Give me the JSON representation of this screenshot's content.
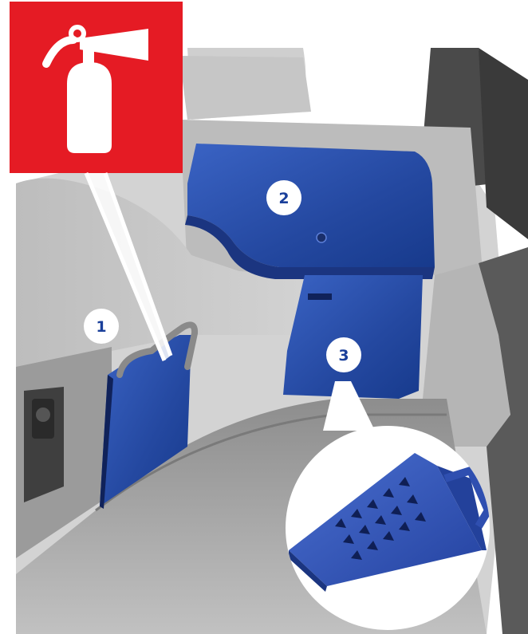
{
  "colors": {
    "background": "#ffffff",
    "interior_light": "#c9c9c9",
    "interior_mid": "#a9a9a9",
    "interior_dark": "#4d4d4d",
    "accent_blue": "#2b4fa8",
    "accent_blue_dark": "#173a8c",
    "sign_red": "#e51b24",
    "marker_text": "#1a3f9a"
  },
  "icons": {
    "fire_extinguisher": "fire-extinguisher-icon",
    "wheel_chock": "wheel-chock-icon"
  },
  "markers": [
    {
      "id": "1",
      "label": "1"
    },
    {
      "id": "2",
      "label": "2"
    },
    {
      "id": "3",
      "label": "3"
    }
  ]
}
